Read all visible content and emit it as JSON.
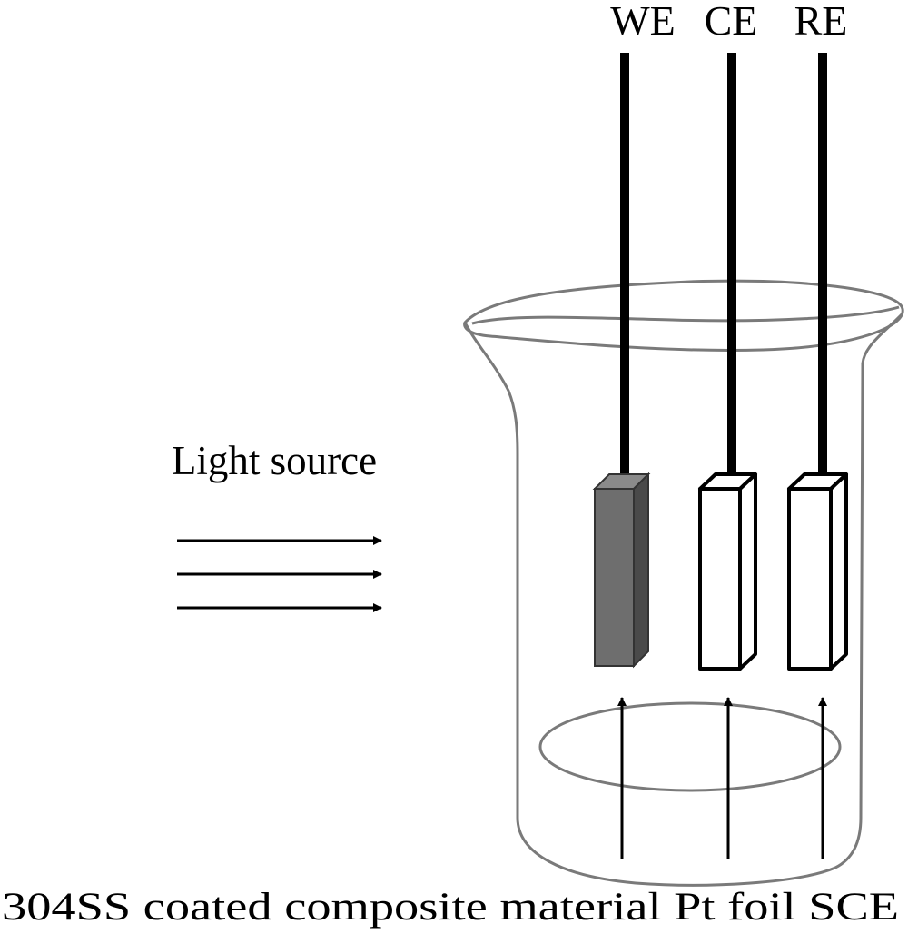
{
  "electrodes": [
    {
      "id": "we",
      "label": "WE"
    },
    {
      "id": "ce",
      "label": "CE"
    },
    {
      "id": "re",
      "label": "RE"
    }
  ],
  "light_source_label": "Light source",
  "caption": "304SS coated composite material Pt foil SCE",
  "colors": {
    "ink": "#000000",
    "beaker_outline": "#7a7a7a",
    "working_electrode_face": "#6e6e6e",
    "working_electrode_side": "#4a4a4a",
    "foil_fill": "#ffffff"
  }
}
